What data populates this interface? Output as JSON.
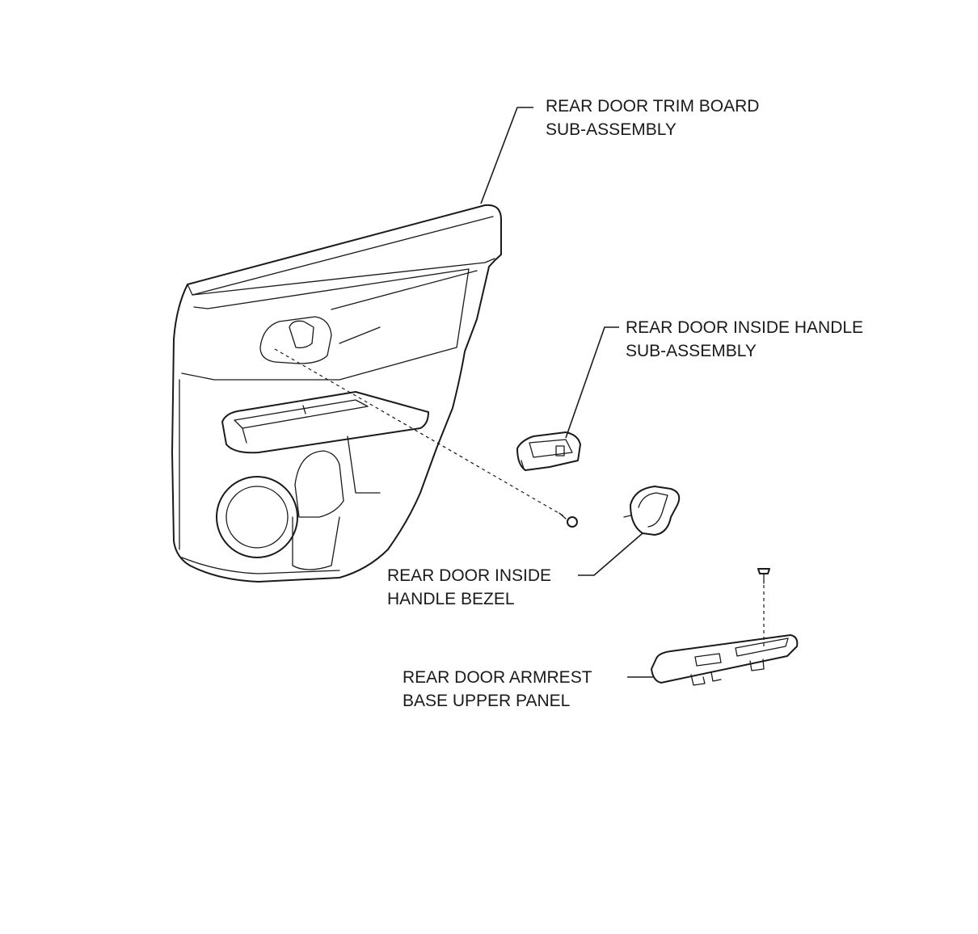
{
  "labels": {
    "trim_board": {
      "line1": "REAR DOOR TRIM BOARD",
      "line2": "SUB-ASSEMBLY"
    },
    "inside_handle": {
      "line1": "REAR DOOR INSIDE HANDLE",
      "line2": "SUB-ASSEMBLY"
    },
    "handle_bezel": {
      "line1": "REAR DOOR INSIDE",
      "line2": "HANDLE BEZEL"
    },
    "armrest_panel": {
      "line1": "REAR DOOR ARMREST",
      "line2": "BASE UPPER PANEL"
    }
  }
}
